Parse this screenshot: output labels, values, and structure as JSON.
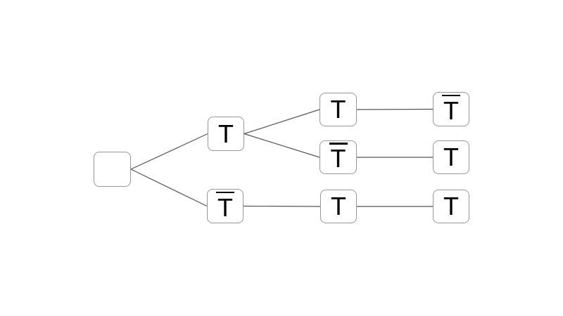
{
  "diagram": {
    "type": "tree",
    "description": "Three-level branching tree of T and T-bar outcomes",
    "colors": {
      "background": "#ffffff",
      "node_fill": "#ffffff",
      "node_border": "#979797",
      "edge": "#555555",
      "label": "#000000"
    },
    "nodes": [
      {
        "id": "root",
        "label": "",
        "overline": false,
        "level": 0
      },
      {
        "id": "t",
        "label": "T",
        "overline": false,
        "level": 1
      },
      {
        "id": "tbar",
        "label": "T",
        "overline": true,
        "level": 1
      },
      {
        "id": "t-t",
        "label": "T",
        "overline": false,
        "level": 2
      },
      {
        "id": "t-tbar",
        "label": "T",
        "overline": true,
        "level": 2
      },
      {
        "id": "tbar-t",
        "label": "T",
        "overline": false,
        "level": 2
      },
      {
        "id": "t-t-tbar",
        "label": "T",
        "overline": true,
        "level": 3
      },
      {
        "id": "t-tbar-t",
        "label": "T",
        "overline": false,
        "level": 3
      },
      {
        "id": "tbar-t-t",
        "label": "T",
        "overline": false,
        "level": 3
      }
    ],
    "edges": [
      {
        "from": "root",
        "to": "t"
      },
      {
        "from": "root",
        "to": "tbar"
      },
      {
        "from": "t",
        "to": "t-t"
      },
      {
        "from": "t",
        "to": "t-tbar"
      },
      {
        "from": "tbar",
        "to": "tbar-t"
      },
      {
        "from": "t-t",
        "to": "t-t-tbar"
      },
      {
        "from": "t-tbar",
        "to": "t-tbar-t"
      },
      {
        "from": "tbar-t",
        "to": "tbar-t-t"
      }
    ]
  }
}
